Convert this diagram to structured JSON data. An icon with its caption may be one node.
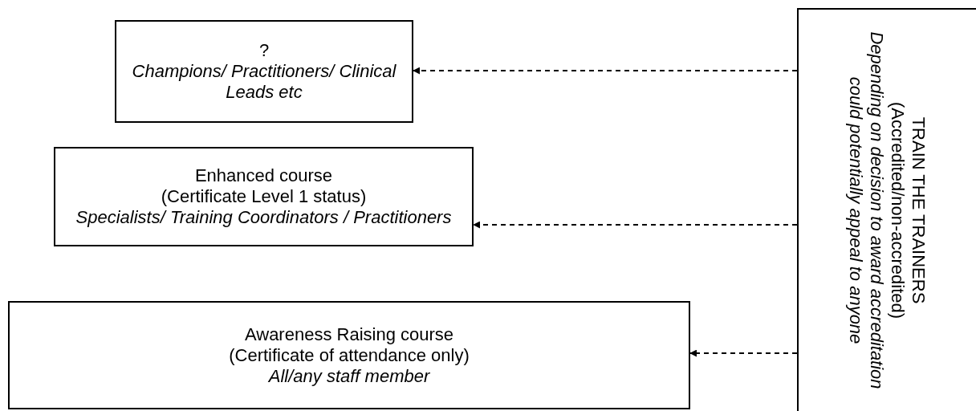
{
  "diagram": {
    "nodes": [
      {
        "text": [
          "?",
          "Champions/ Practitioners/ Clinical Leads etc"
        ]
      },
      {
        "text": [
          "Enhanced course",
          "(Certificate Level 1 status)",
          "Specialists/ Training Coordinators / Practitioners"
        ]
      },
      {
        "text": [
          "Awareness Raising course",
          "(Certificate of attendance only)",
          "All/any staff member"
        ]
      },
      {
        "text": [
          "TRAIN THE TRAINERS",
          "(Accredited/non-accredited)",
          "Depending on decision to award accreditation could potentially appeal to anyone"
        ]
      }
    ],
    "edges": [
      {
        "from": 3,
        "to": 0,
        "arrow": "to",
        "style": "dashed"
      },
      {
        "from": 3,
        "to": 1,
        "arrow": "to",
        "style": "dashed"
      },
      {
        "from": 3,
        "to": 2,
        "arrow": "to",
        "style": "dashed"
      }
    ]
  }
}
